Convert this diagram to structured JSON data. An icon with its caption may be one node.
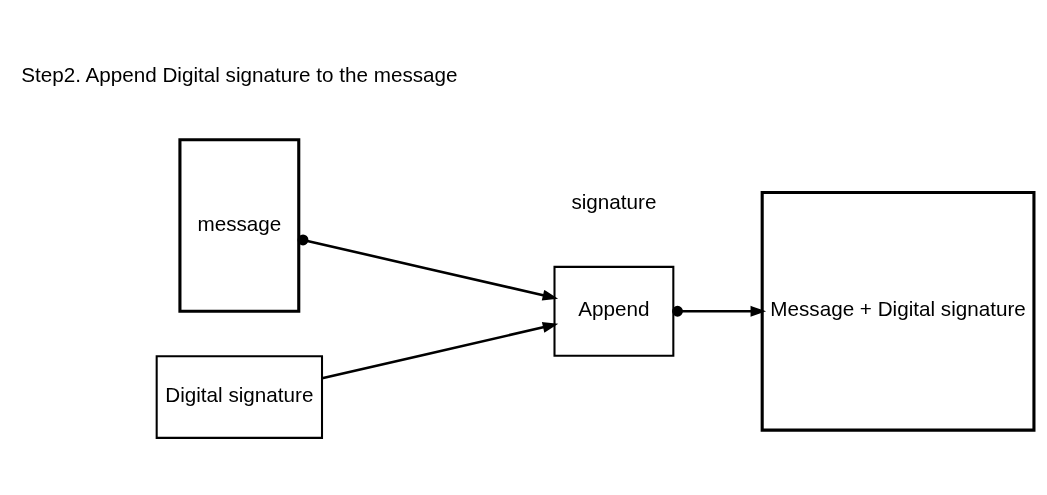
{
  "diagram": {
    "nodes": [
      {
        "text": [
          "message"
        ]
      },
      {
        "text": [
          "Append"
        ]
      },
      {
        "text": [
          "Message + Digital signature"
        ]
      },
      {
        "text": [
          "Digital signature"
        ]
      }
    ],
    "edges": [
      {
        "from": 0,
        "to": 1,
        "arrow": "to"
      },
      {
        "from": 1,
        "to": 2,
        "arrow": "to"
      },
      {
        "from": 3,
        "to": 1,
        "arrow": "to"
      }
    ],
    "labels": [
      "signature",
      "Step2. Append Digital signature to the message"
    ]
  }
}
